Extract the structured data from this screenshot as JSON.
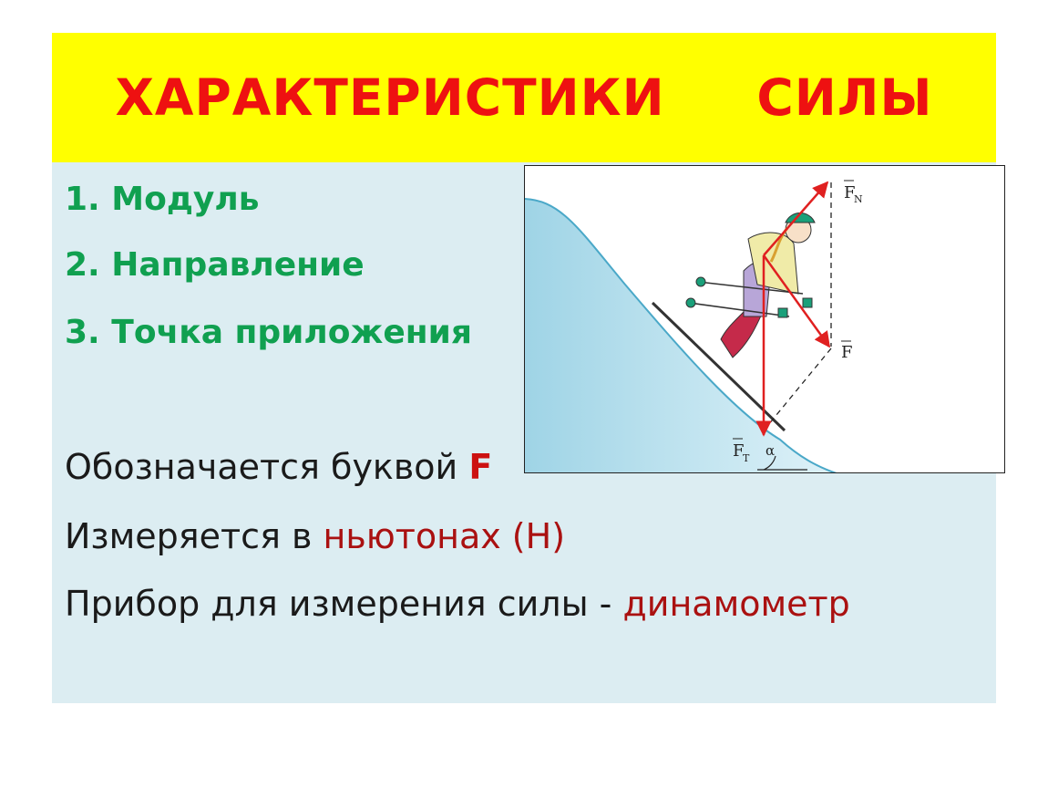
{
  "title": {
    "word1": "ХАРАКТЕРИСТИКИ",
    "word2": "СИЛЫ"
  },
  "characteristics": [
    "1. Модуль",
    "2. Направление",
    "3. Точка приложения"
  ],
  "notation": {
    "prefix": "Обозначается буквой",
    "letter": "F"
  },
  "units": {
    "prefix": "Измеряется в",
    "unit": "ньютонах (Н)"
  },
  "device": {
    "prefix": "Прибор для измерения силы -",
    "name": "динамометр"
  },
  "figure": {
    "label_fn": "F",
    "label_fn_sub": "N",
    "label_f": "F",
    "label_ft": "F",
    "label_ft_sub": "T",
    "label_alpha": "α"
  },
  "colors": {
    "title_bg": "#ffff00",
    "title_text": "#ee1111",
    "list_text": "#10a050",
    "accent": "#cc1111",
    "content_bg": "#dcedf2",
    "vector": "#e02020"
  }
}
